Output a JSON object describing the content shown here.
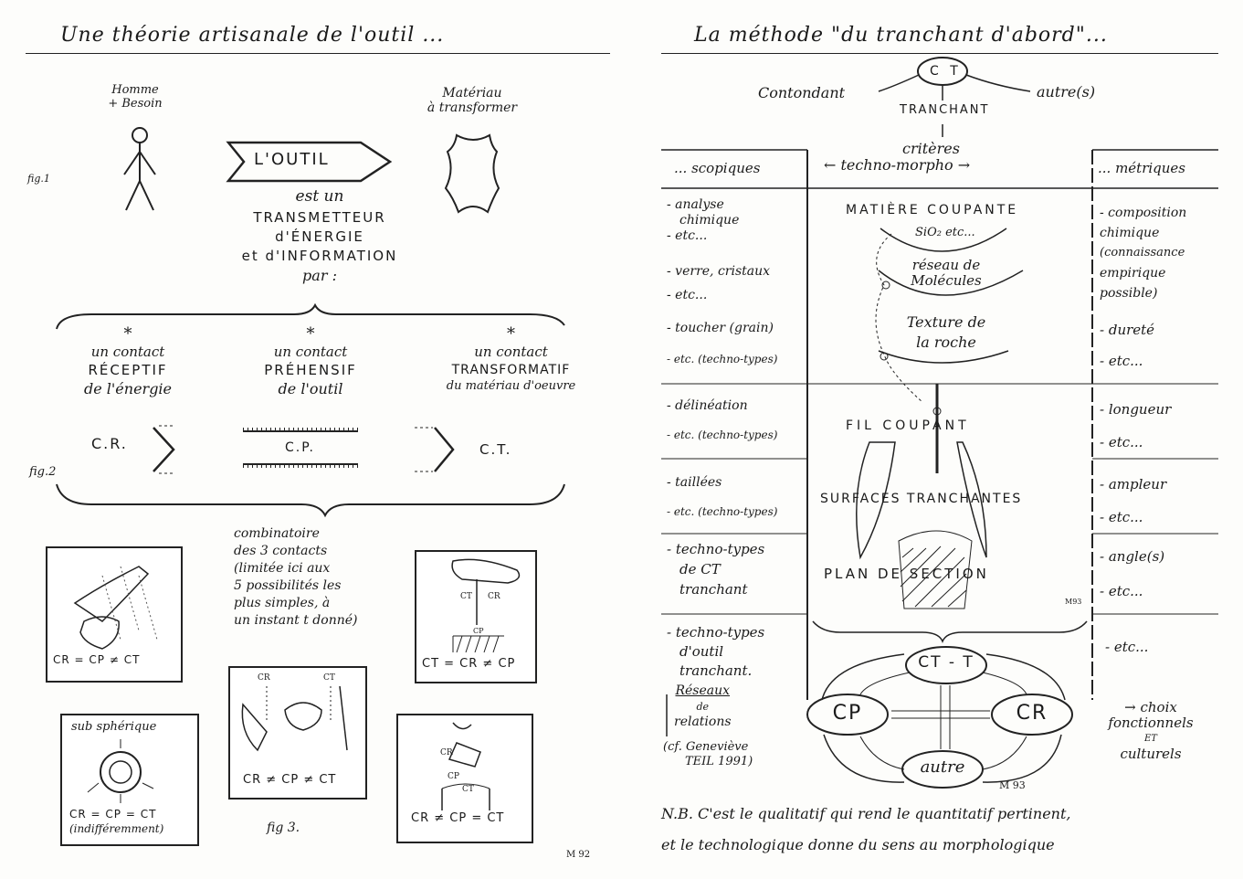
{
  "left": {
    "title": "Une théorie artisanale de l'outil ...",
    "fig1_label": "fig.1",
    "fig2_label": "fig.2",
    "fig3_label": "fig 3.",
    "homme": [
      "Homme",
      "+ Besoin"
    ],
    "materiau": [
      "Matériau",
      "à transformer"
    ],
    "outil": "L'OUTIL",
    "statement": [
      "est un",
      "TRANSMETTEUR",
      "d'ÉNERGIE",
      "et d'INFORMATION",
      "par :"
    ],
    "contacts": [
      {
        "star": "*",
        "line1": "un contact",
        "line2": "RÉCEPTIF",
        "line3": "de l'énergie"
      },
      {
        "star": "*",
        "line1": "un contact",
        "line2": "PRÉHENSIF",
        "line3": "de l'outil"
      },
      {
        "star": "*",
        "line1": "un contact",
        "line2": "TRANSFORMATIF",
        "line3": "du matériau d'oeuvre"
      }
    ],
    "cr": "C.R.",
    "cp": "C.P.",
    "ct": "C.T.",
    "combinatoire": [
      "combinatoire",
      "des 3 contacts",
      "(limitée ici aux",
      "5 possibilités les",
      "plus simples, à",
      "un instant t donné)"
    ],
    "sketch_labels": {
      "s1": "CR = CP ≠ CT",
      "s2_title": "sub sphérique",
      "s2": [
        "CR = CP = CT",
        "(indifféremment)"
      ],
      "s3_top": [
        "CR",
        "CT"
      ],
      "s3": "CR ≠ CP ≠ CT",
      "s4_top": [
        "CT",
        "CR",
        "CP"
      ],
      "s4": "CT = CR ≠ CP",
      "s5_top": [
        "CR",
        "CP",
        "CT"
      ],
      "s5": "CR ≠ CP = CT"
    },
    "signature": "M 92"
  },
  "right": {
    "title": "La méthode \"du tranchant d'abord\"...",
    "ct": "C T",
    "contondant": "Contondant",
    "autres": "autre(s)",
    "tranchant": "TRANCHANT",
    "criteres": "critères",
    "techno_morpho": "techno-morpho",
    "scopiques": "... scopiques",
    "metriques": "... métriques",
    "left_col": [
      [
        "- analyse",
        "chimique",
        "- etc..."
      ],
      [
        "- verre, cristaux",
        "- etc..."
      ],
      [
        "- toucher (grain)",
        "- etc. (techno-types)"
      ],
      [
        "- délinéation",
        "- etc. (techno-types)"
      ],
      [
        "- taillées",
        "- etc. (techno-types)"
      ],
      [
        "- techno-types",
        "de CT",
        "tranchant"
      ],
      [
        "- techno-types",
        "d'outil",
        "tranchant."
      ]
    ],
    "reseaux": [
      "Réseaux",
      "de",
      "relations"
    ],
    "cf": [
      "(cf. Geneviève",
      "TEIL 1991)"
    ],
    "right_col": [
      [
        "- composition",
        "chimique",
        "(connaissance",
        "empirique",
        "possible)"
      ],
      [
        "- dureté",
        "- etc..."
      ],
      [
        "- longueur",
        "- etc..."
      ],
      [
        "- ampleur",
        "- etc..."
      ],
      [
        "- angle(s)",
        "- etc..."
      ],
      [
        "- etc..."
      ]
    ],
    "center": {
      "matiere": "MATIÈRE COUPANTE",
      "sio2": "SiO₂ etc...",
      "reseau": [
        "réseau de",
        "Molécules"
      ],
      "texture": [
        "Texture de",
        "la roche"
      ],
      "fil": "FIL COUPANT",
      "surfaces": "SURFACES TRANCHANTES",
      "plan": "PLAN DE SECTION",
      "small_sig": "M93"
    },
    "nodes": {
      "ctt": "CT - T",
      "cp": "CP",
      "cr": "CR",
      "autre": "autre"
    },
    "choix": [
      "→ choix",
      "fonctionnels",
      "ET",
      "culturels"
    ],
    "signature": "M 93",
    "nb": [
      "N.B. C'est le qualitatif qui rend le quantitatif pertinent,",
      "et le technologique donne du sens au morphologique"
    ]
  }
}
